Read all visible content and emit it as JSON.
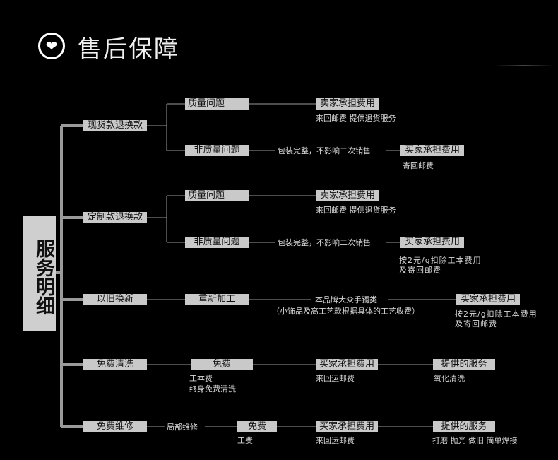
{
  "header": {
    "title": "售后保障",
    "icon": "heart-icon"
  },
  "root": {
    "label": "服务明细"
  },
  "branches": {
    "b1": {
      "label": "现货款退换款",
      "r1": {
        "label": "质量问题",
        "result": "卖家承担费用",
        "note1": "来回邮费 提供退货服务"
      },
      "r2": {
        "label": "非质量问题",
        "condition": "包装完整，不影响二次销售",
        "result": "买家承担费用",
        "note1": "寄回邮费"
      }
    },
    "b2": {
      "label": "定制款退换款",
      "r1": {
        "label": "质量问题",
        "result": "卖家承担费用",
        "note1": "来回邮费 提供退货服务"
      },
      "r2": {
        "label": "非质量问题",
        "condition": "包装完整，不影响二次销售",
        "result": "买家承担费用",
        "note1": "按2元/g扣除工本费用",
        "note2": "及寄回邮费"
      }
    },
    "b3": {
      "label": "以旧换新",
      "step": "重新加工",
      "condition1": "本品牌大众手镯类",
      "condition2": "（小饰品及高工艺款根据具体的工艺收费）",
      "result": "买家承担费用",
      "note1": "按2元/g扣除工本费用",
      "note2": "及寄回邮费"
    },
    "b4": {
      "label": "免费清洗",
      "step": "免费",
      "step_note1": "工本费",
      "step_note2": "终身免费清洗",
      "result": "买家承担费用",
      "result_note": "来回运邮费",
      "service": "提供的服务",
      "service_note": "氧化清洗"
    },
    "b5": {
      "label": "免费维修",
      "condition": "局部维修",
      "step": "免费",
      "step_note1": "工费",
      "result": "买家承担费用",
      "result_note": "来回运邮费",
      "service": "提供的服务",
      "service_note": "打磨 抛光 做旧 简单焊接"
    }
  },
  "colors": {
    "background": "#000000",
    "box": "#c9c9c9",
    "line": "#9a9a9a",
    "text": "#d8d8d8"
  }
}
